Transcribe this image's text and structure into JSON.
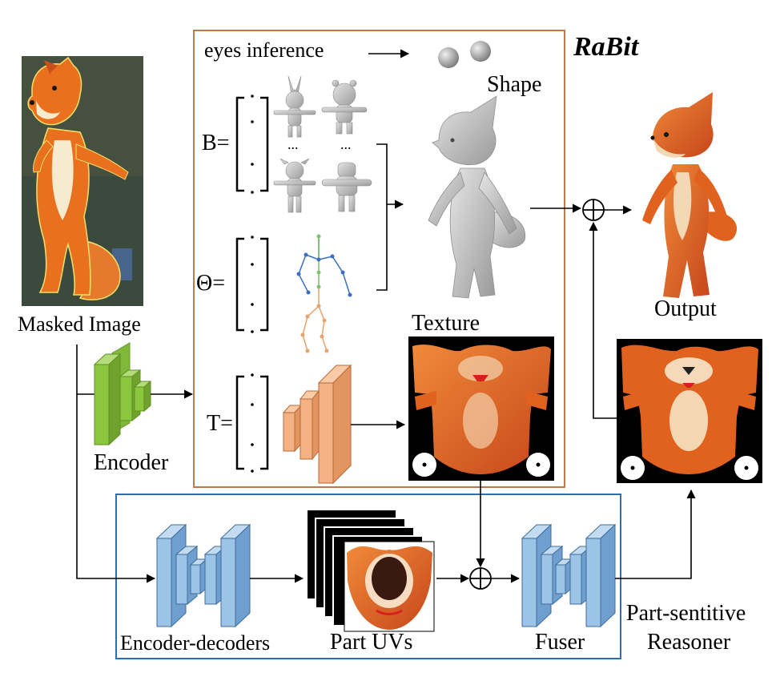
{
  "labels": {
    "rabit": "RaBit",
    "eyes_inference": "eyes inference",
    "shape": "Shape",
    "b_eq": "B=",
    "theta_eq": "Θ=",
    "t_eq": "T=",
    "texture": "Texture",
    "masked_image": "Masked Image",
    "encoder": "Encoder",
    "output": "Output",
    "encoder_decoders": "Encoder-decoders",
    "part_uvs": "Part UVs",
    "fuser": "Fuser",
    "reasoner_line1": "Part-sentitive",
    "reasoner_line2": "Reasoner",
    "ellipsis": "..."
  },
  "colors": {
    "rabit_box": "#c07848",
    "reasoner_box": "#2f6fa8",
    "encoder_green": "#8cc63f",
    "blue_block": "#9dc3e6",
    "orange_block": "#f4b183",
    "fox_orange": "#e0621e"
  },
  "icons": [
    "fox-image",
    "eye-spheres",
    "template-meshes",
    "skeleton",
    "gray-mesh",
    "texture-map",
    "output-fox",
    "part-uv-stack",
    "sum-operator"
  ]
}
